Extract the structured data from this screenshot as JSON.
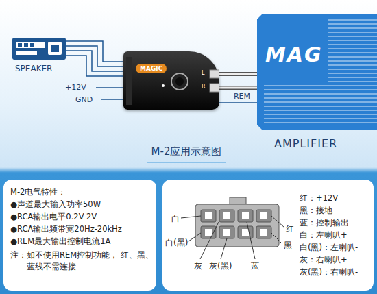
{
  "diagram": {
    "title": "M-2应用示意图",
    "nodes": [
      {
        "text": [
          "MAGIC",
          "L",
          "R"
        ]
      },
      {
        "text": [
          "MAG",
          "AMPLIFIER"
        ]
      },
      {
        "text": [
          "M-2电气特性：",
          "●声道最大输入功率50W",
          "●RCA输出电平0.2V-2V",
          "●RCA输出频带宽20Hz-20kHz",
          "●REM最大输出控制电流1A",
          "注：如不使用REM控制功能， 红、黑、蓝线不需连接"
        ]
      },
      {
        "text": [
          "红：+12V",
          "黑：接地",
          "蓝：控制输出",
          "白：左喇叭+",
          "白(黑)：左喇叭-",
          "灰：右喇叭+",
          "灰(黑)：右喇叭-"
        ]
      }
    ],
    "edges": [
      {
        "from": 0,
        "to": 1,
        "arrow": "none"
      },
      {
        "from": 0,
        "to": 1,
        "arrow": "none"
      },
      {
        "from": 0,
        "to": 1,
        "label": "REM",
        "arrow": "none"
      }
    ],
    "labels": [
      "SPEAKER",
      "+12V",
      "GND",
      "白",
      "白(黑)",
      "灰",
      "灰(黑)",
      "蓝",
      "红",
      "黑"
    ]
  }
}
